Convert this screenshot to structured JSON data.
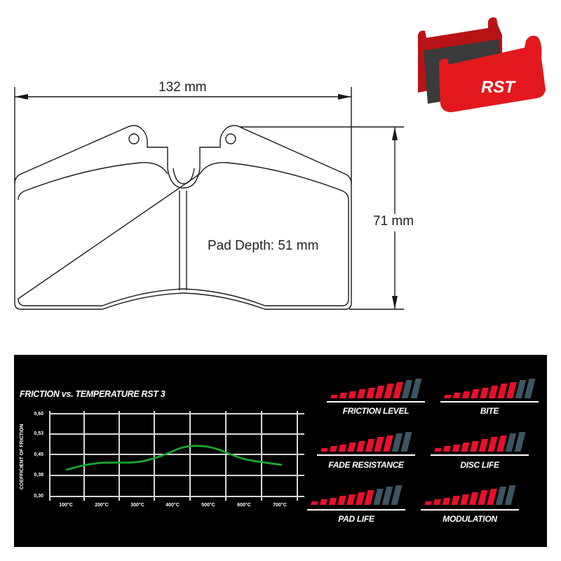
{
  "drawing": {
    "width_label": "132 mm",
    "height_label": "71 mm",
    "pad_depth_label": "Pad Depth: 51 mm",
    "stroke_color": "#1a1a1a"
  },
  "product_image": {
    "brand_logo_text": "RST",
    "body_color": "#e3191e",
    "friction_material_color": "#3a3a3a"
  },
  "panel": {
    "background": "#000000",
    "accent_red": "#e8102c",
    "inactive_grey": "#3d5562"
  },
  "chart_data": {
    "type": "line",
    "title": "FRICTION vs. TEMPERATURE RST 3",
    "xlabel": "",
    "ylabel": "COEFFICIENT OF FRICTION",
    "categories": [
      "100°C",
      "200°C",
      "300°C",
      "400°C",
      "500°C",
      "600°C",
      "700°C"
    ],
    "x": [
      100,
      200,
      300,
      400,
      500,
      600,
      700
    ],
    "values": [
      0.395,
      0.415,
      0.42,
      0.445,
      0.48,
      0.445,
      0.42
    ],
    "yticks": [
      "0,60",
      "0,53",
      "0,45",
      "0,38",
      "0,30"
    ],
    "ylim": [
      0.3,
      0.6
    ],
    "grid": true,
    "line_color": "#1aa531",
    "legend": null
  },
  "ratings": [
    {
      "label": "FRICTION LEVEL",
      "active": 8,
      "total": 10
    },
    {
      "label": "BITE",
      "active": 8,
      "total": 10
    },
    {
      "label": "FADE RESISTANCE",
      "active": 8,
      "total": 10
    },
    {
      "label": "DISC LIFE",
      "active": 8,
      "total": 10
    },
    {
      "label": "PAD LIFE",
      "active": 7,
      "total": 10
    },
    {
      "label": "MODULATION",
      "active": 8,
      "total": 10
    }
  ]
}
